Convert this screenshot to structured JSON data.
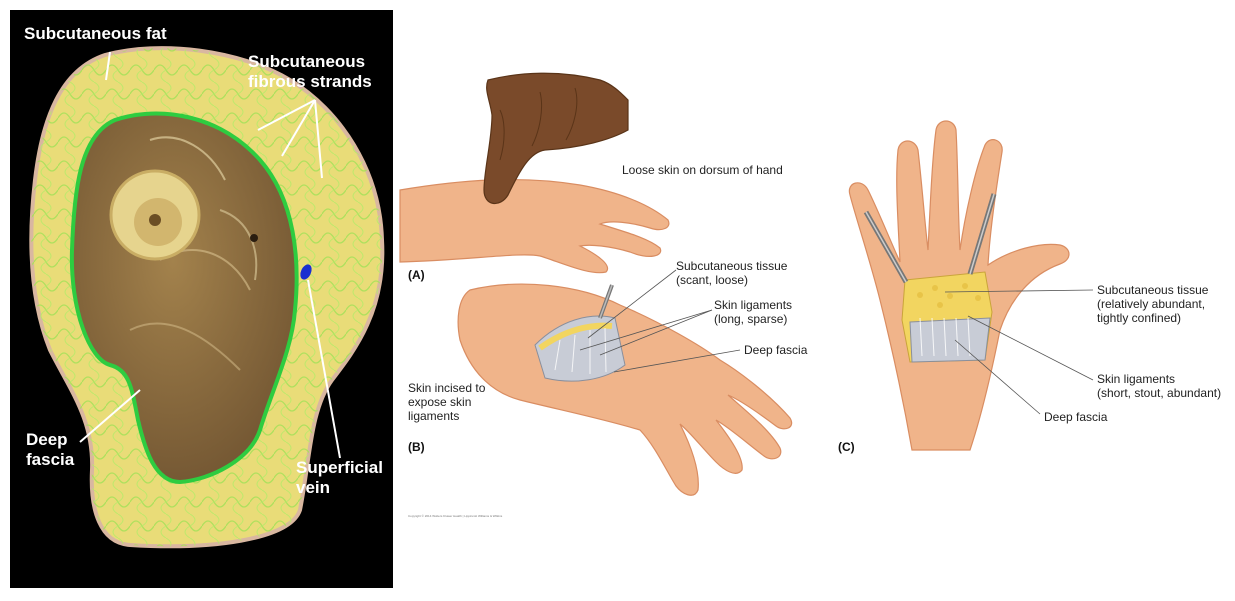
{
  "left_panel": {
    "labels": {
      "subcutaneous_fat": "Subcutaneous fat",
      "subcutaneous_fibrous_strands": "Subcutaneous\nfibrous strands",
      "deep_fascia": "Deep\nfascia",
      "superficial_vein": "Superficial\nvein"
    },
    "colors": {
      "fat": "#e9dc78",
      "fibrous": "#a8e05a",
      "fascia": "#2ecc40",
      "muscle": "#8a6a3c",
      "vein": "#1a2fd0",
      "background": "#000000"
    }
  },
  "figure_A": {
    "tag": "(A)",
    "caption": "Loose skin on dorsum of hand"
  },
  "figure_B": {
    "tag": "(B)",
    "caption": "Skin incised to\nexpose skin\nligaments",
    "labels": {
      "subcutaneous_tissue": "Subcutaneous tissue\n(scant, loose)",
      "skin_ligaments": "Skin ligaments\n(long, sparse)",
      "deep_fascia": "Deep fascia"
    }
  },
  "figure_C": {
    "tag": "(C)",
    "labels": {
      "subcutaneous_tissue": "Subcutaneous tissue\n(relatively abundant,\ntightly confined)",
      "skin_ligaments": "Skin ligaments\n(short, stout, abundant)",
      "deep_fascia": "Deep fascia"
    }
  },
  "copyright": "Copyright © 2014 Wolters Kluwer Health | Lippincott Williams & Wilkins",
  "colors": {
    "skin": "#f0b48a",
    "skin_shadow": "#d98d62",
    "dark_skin": "#7a4a2a",
    "fat_yellow": "#f2d560",
    "fascia_grey": "#c8ccd6",
    "pointer": "#555555"
  }
}
